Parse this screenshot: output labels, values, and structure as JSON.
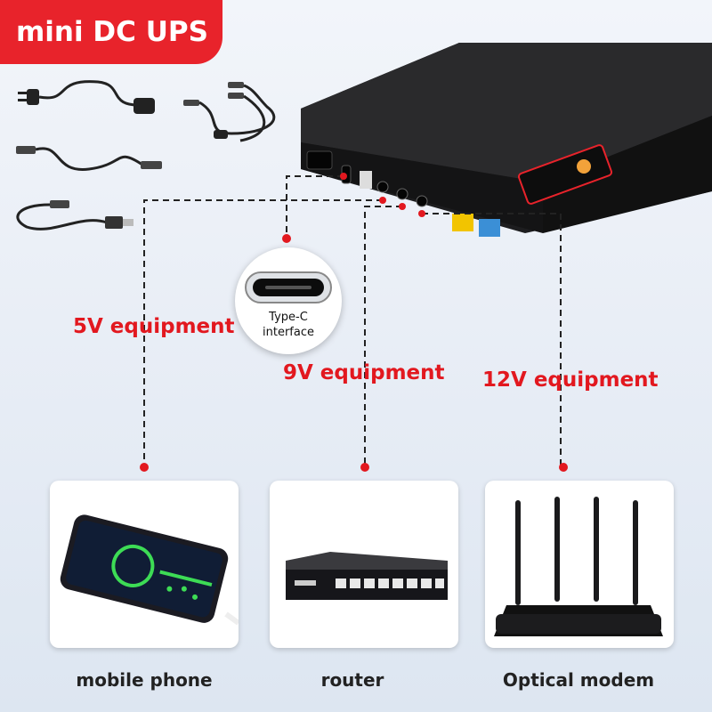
{
  "banner": {
    "title": "mini DC UPS"
  },
  "typec": {
    "line1": "Type-C",
    "line2": "interface"
  },
  "voltage_labels": {
    "v5": "5V equipment",
    "v9": "9V equipment",
    "v12": "12V equipment"
  },
  "devices": [
    {
      "label": "mobile phone"
    },
    {
      "label": "router"
    },
    {
      "label": "Optical modem"
    }
  ],
  "colors": {
    "accent": "#e8232b",
    "label_red": "#e2181f",
    "ups_body": "#1a1a1a",
    "charge_green": "#3ddc55"
  }
}
